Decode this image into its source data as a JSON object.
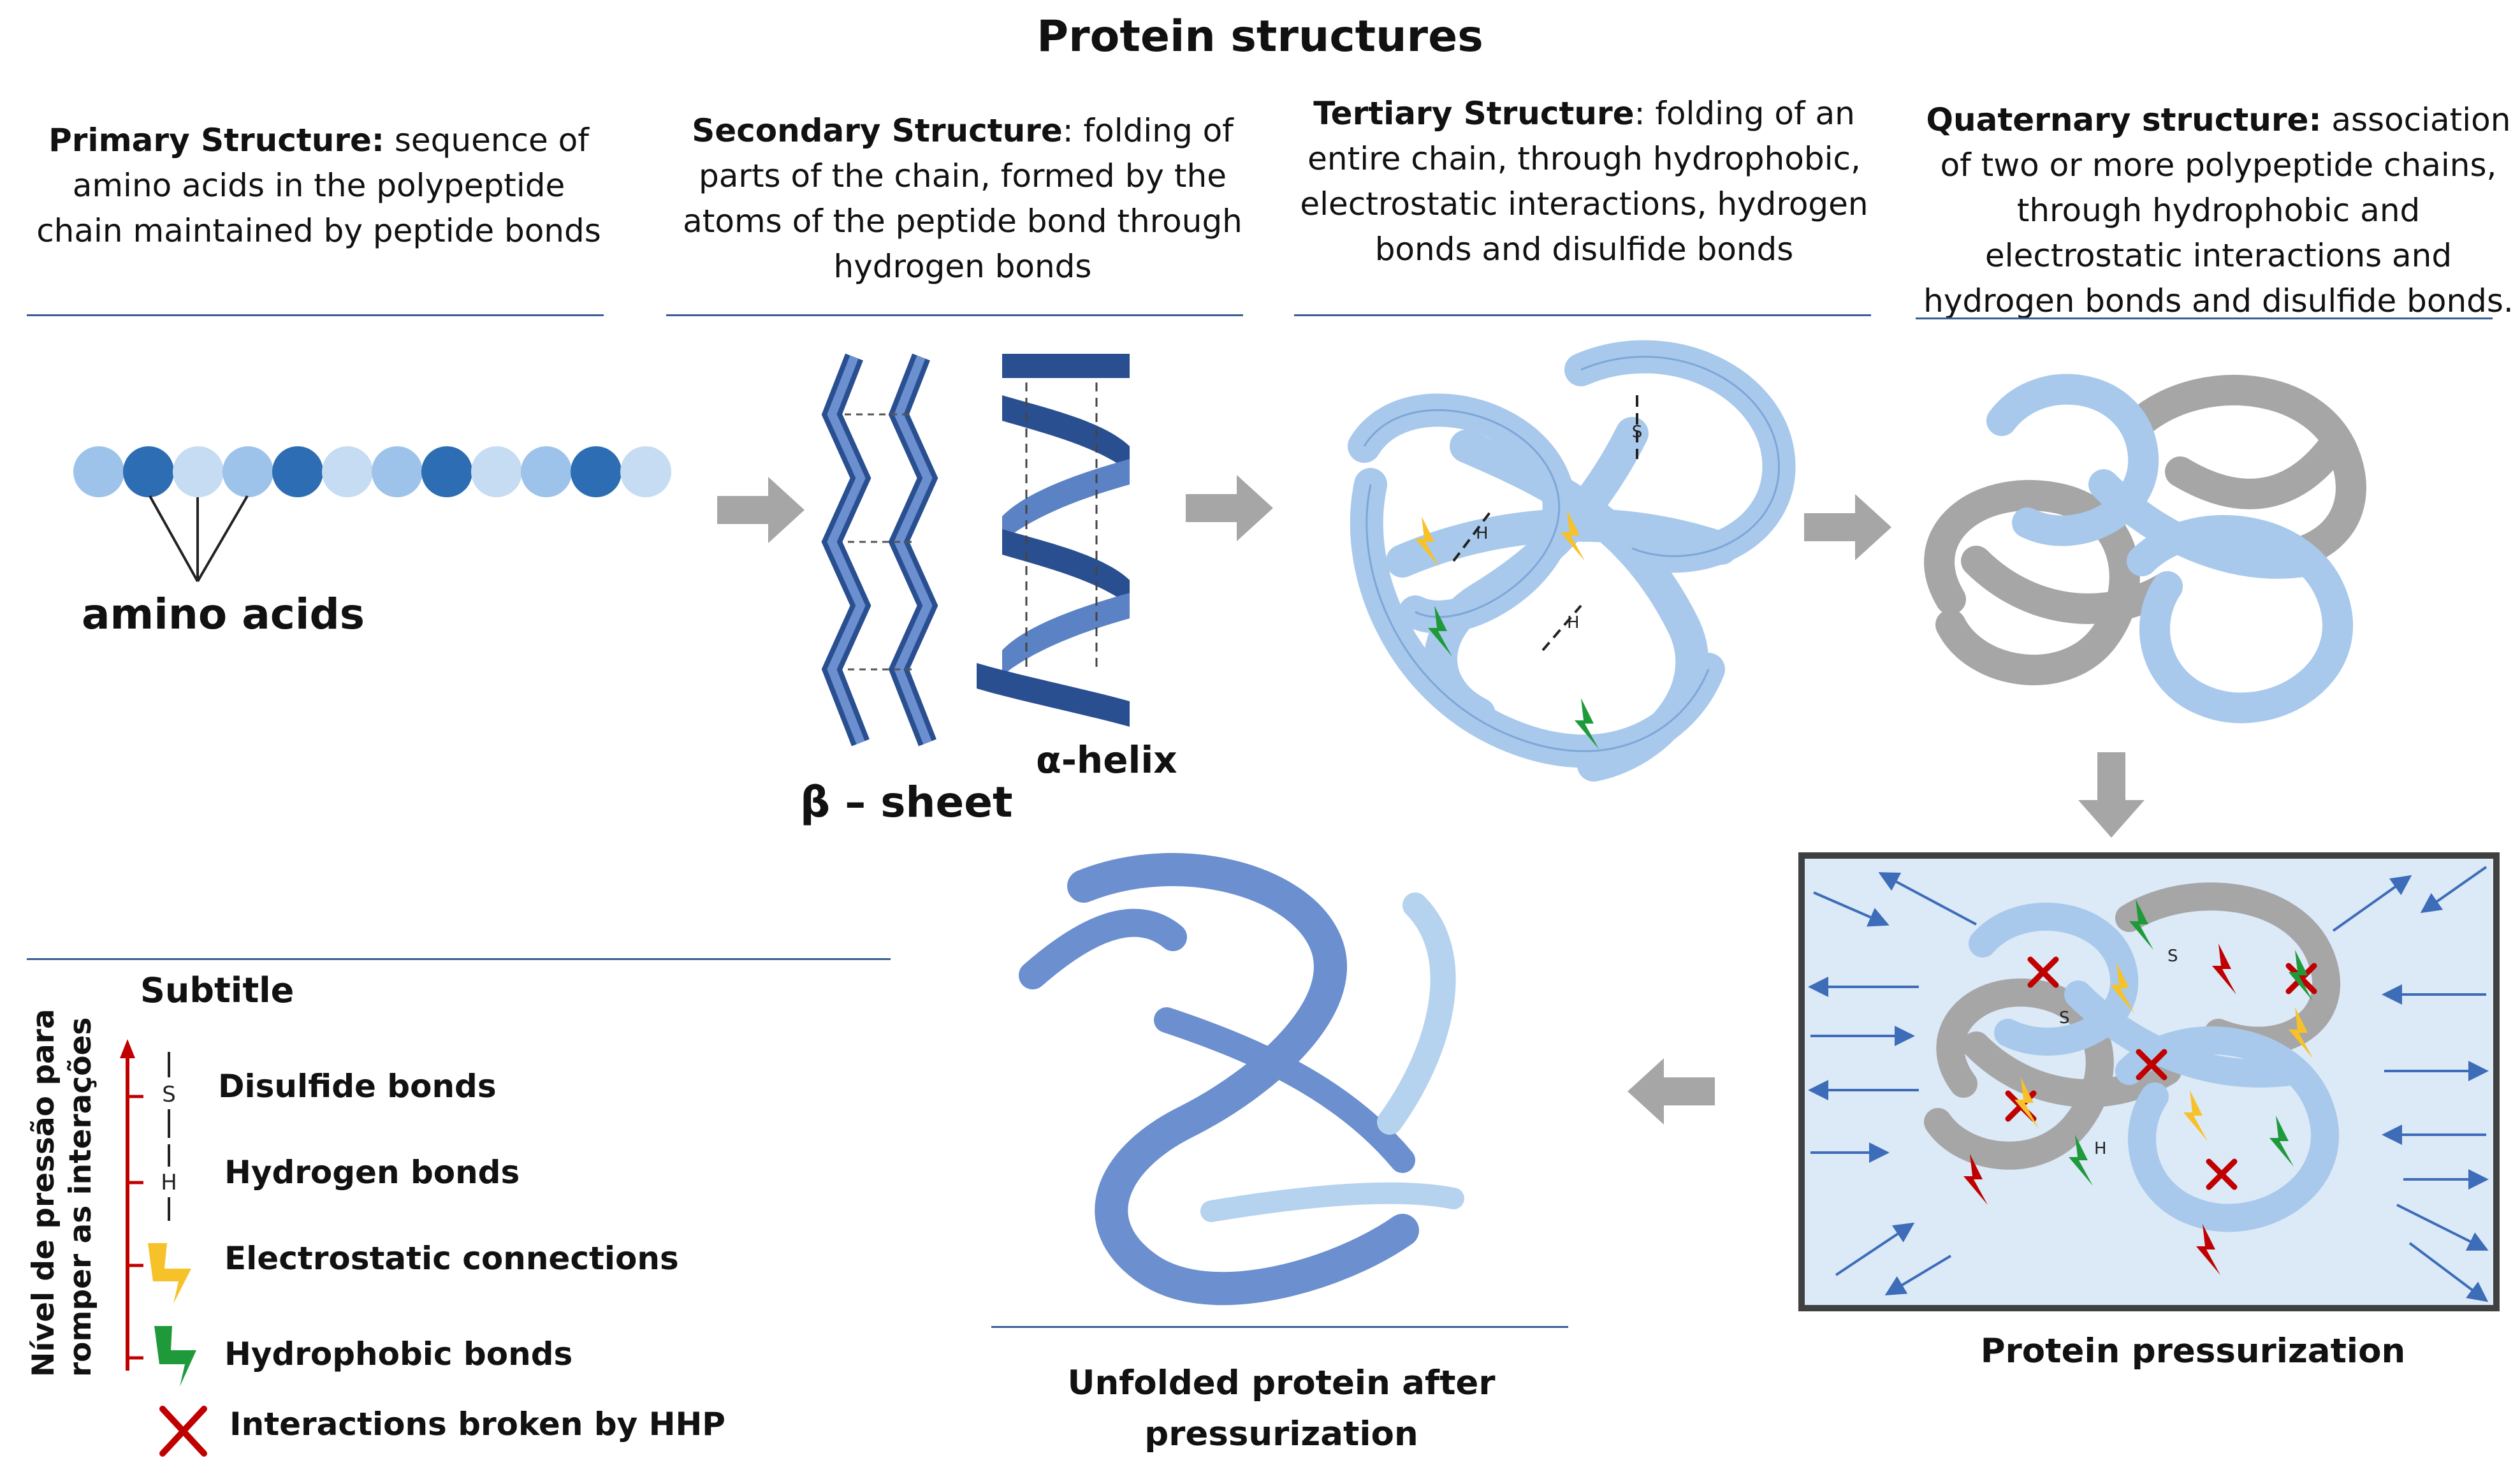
{
  "title": "Protein structures",
  "stages": {
    "primary": {
      "heading": "Primary Structure:",
      "text": "sequence of amino acids in the polypeptide chain maintained by peptide bonds"
    },
    "secondary": {
      "heading": "Secondary Structure",
      "text": ": folding of parts of the chain, formed by the atoms of the peptide bond through hydrogen bonds"
    },
    "tertiary": {
      "heading": "Tertiary Structure",
      "text": ": folding of an entire chain, through hydrophobic, electrostatic interactions, hydrogen bonds and disulfide bonds"
    },
    "quaternary": {
      "heading": "Quaternary structure:",
      "text": " association of two or more polypeptide chains, through hydrophobic and electrostatic interactions and hydrogen bonds and disulfide bonds."
    }
  },
  "labels": {
    "amino_acids": "amino acids",
    "beta_sheet": "β – sheet",
    "alpha_helix": "α-helix",
    "pressurization": "Protein pressurization",
    "unfolded": "Unfolded protein after pressurization"
  },
  "bond_marks": {
    "S": "S",
    "H": "H"
  },
  "legend": {
    "title": "Subtitle",
    "axis_label_line1": "Nível de pressão para",
    "axis_label_line2": "romper as interações",
    "items": [
      {
        "label": "Disulfide bonds",
        "icon": "disulfide-bond-icon"
      },
      {
        "label": "Hydrogen bonds",
        "icon": "hydrogen-bond-icon"
      },
      {
        "label": "Electrostatic connections",
        "icon": "yellow-lightning-icon"
      },
      {
        "label": "Hydrophobic bonds",
        "icon": "green-lightning-icon"
      },
      {
        "label": "Interactions broken by HHP",
        "icon": "red-x-icon"
      }
    ]
  },
  "colors": {
    "dark_blue": "#2d6db3",
    "light_blue": "#a9c8ea",
    "ribbon_blue": "#a8c9ec",
    "ribbon_dark": "#2a4f91",
    "grey": "#a6a6a6",
    "arrow_grey": "#a6a6a6",
    "rule_blue": "#3a5f96",
    "legend_red": "#c00000",
    "yellow": "#f7c12a",
    "green": "#1f9a3b",
    "box_fill": "#dce9f7"
  }
}
